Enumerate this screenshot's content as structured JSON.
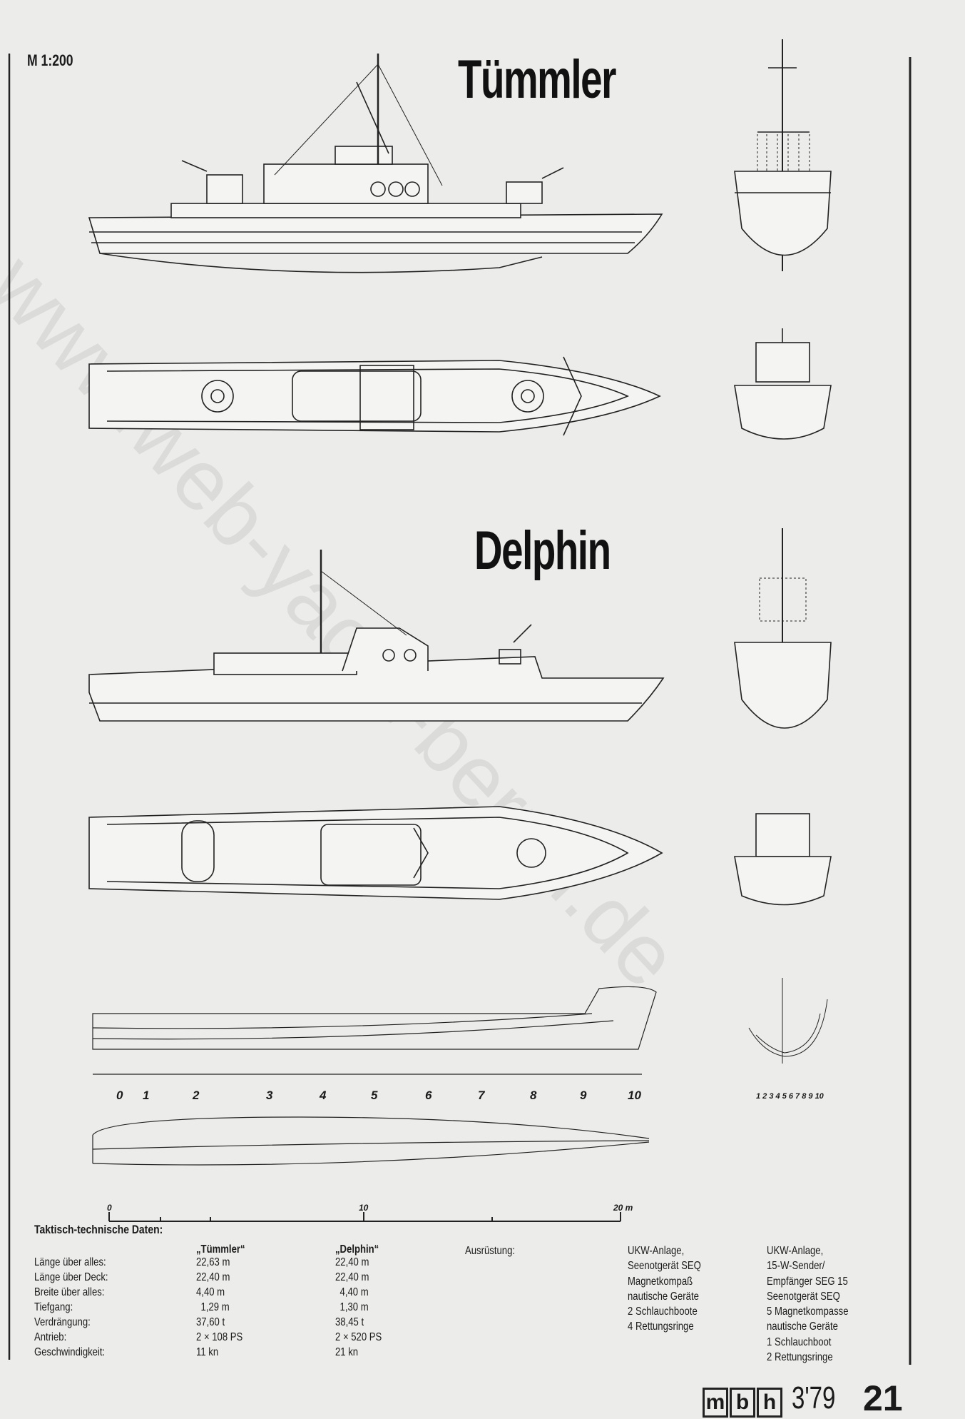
{
  "page": {
    "scale": "M 1:200",
    "watermark": "www.web-yacht-bernd.de",
    "footer": {
      "logo": "mbh",
      "issue": "3'79",
      "page_number": "21"
    }
  },
  "ships": [
    {
      "name": "Tümmler"
    },
    {
      "name": "Delphin"
    }
  ],
  "lines_plan": {
    "frames": [
      "0",
      "1",
      "2",
      "3",
      "4",
      "5",
      "6",
      "7",
      "8",
      "9",
      "10"
    ],
    "body_plan_frames": "1 2 3 4 5 6 7 8 9 10",
    "scale_bar": [
      "0",
      "10",
      "20 m"
    ]
  },
  "specs": {
    "heading": "Taktisch-technische Daten:",
    "columns": [
      "„Tümmler“",
      "„Delphin“"
    ],
    "rows": [
      {
        "label": "Länge über alles:",
        "tuemmler": "22,63 m",
        "delphin": "22,40 m"
      },
      {
        "label": "Länge über Deck:",
        "tuemmler": "22,40 m",
        "delphin": "22,40 m"
      },
      {
        "label": "Breite über alles:",
        "tuemmler": "4,40 m",
        "delphin": "4,40 m"
      },
      {
        "label": "Tiefgang:",
        "tuemmler": "1,29 m",
        "delphin": "1,30 m"
      },
      {
        "label": "Verdrängung:",
        "tuemmler": "37,60 t",
        "delphin": "38,45 t"
      },
      {
        "label": "Antrieb:",
        "tuemmler": "2 × 108 PS",
        "delphin": "2 × 520 PS"
      },
      {
        "label": "Geschwindigkeit:",
        "tuemmler": "11 kn",
        "delphin": "21 kn"
      }
    ],
    "equipment_label": "Ausrüstung:",
    "equipment_tuemmler": [
      "UKW-Anlage,",
      "Seenotgerät SEQ",
      "Magnetkompaß",
      "nautische Geräte",
      "2 Schlauchboote",
      "4 Rettungsringe"
    ],
    "equipment_delphin": [
      "UKW-Anlage,",
      "15-W-Sender/",
      "Empfänger SEG 15",
      "Seenotgerät SEQ",
      "5 Magnetkompasse",
      "nautische Geräte",
      "1 Schlauchboot",
      "2 Rettungsringe"
    ]
  }
}
